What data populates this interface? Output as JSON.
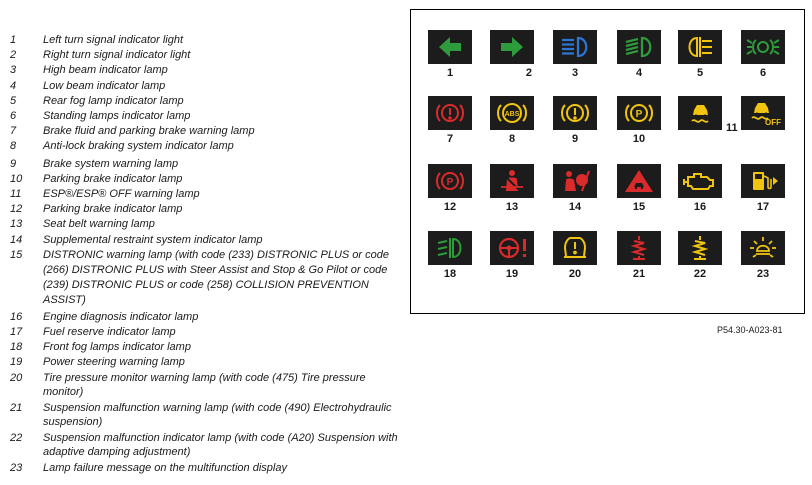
{
  "items": [
    {
      "num": "1",
      "text": "Left turn signal indicator light"
    },
    {
      "num": "2",
      "text": "Right turn signal indicator light"
    },
    {
      "num": "3",
      "text": "High beam indicator lamp"
    },
    {
      "num": "4",
      "text": "Low beam indicator lamp"
    },
    {
      "num": "5",
      "text": "Rear fog lamp indicator lamp"
    },
    {
      "num": "6",
      "text": "Standing lamps indicator lamp"
    },
    {
      "num": "7",
      "text": "Brake fluid and parking brake warning lamp"
    },
    {
      "num": "8",
      "text": "Anti-lock braking system indicator lamp"
    },
    {
      "num": "9",
      "text": "Brake system warning lamp"
    },
    {
      "num": "10",
      "text": "Parking brake indicator lamp"
    },
    {
      "num": "11",
      "text": "ESP®/ESP® OFF warning lamp"
    },
    {
      "num": "12",
      "text": "Parking brake indicator lamp"
    },
    {
      "num": "13",
      "text": "Seat belt warning lamp"
    },
    {
      "num": "14",
      "text": "Supplemental restraint system indicator lamp"
    },
    {
      "num": "15",
      "text": "DISTRONIC warning lamp (with code (233) DISTRONIC PLUS or code (266) DISTRONIC PLUS with Steer Assist and Stop & Go Pilot or code (239) DISTRONIC PLUS or code (258) COLLISION PREVENTION ASSIST)"
    },
    {
      "num": "16",
      "text": "Engine diagnosis indicator lamp"
    },
    {
      "num": "17",
      "text": "Fuel reserve indicator lamp"
    },
    {
      "num": "18",
      "text": "Front fog lamps indicator lamp"
    },
    {
      "num": "19",
      "text": "Power steering warning lamp"
    },
    {
      "num": "20",
      "text": "Tire pressure monitor warning lamp (with code (475) Tire pressure monitor)"
    },
    {
      "num": "21",
      "text": "Suspension malfunction warning lamp (with code (490) Electrohydraulic suspension)"
    },
    {
      "num": "22",
      "text": "Suspension malfunction indicator lamp (with code (A20) Suspension with adaptive damping adjustment)"
    },
    {
      "num": "23",
      "text": "Lamp failure message on the multifunction display"
    }
  ],
  "panel": {
    "labels": {
      "1": "1",
      "2": "2",
      "3": "3",
      "4": "4",
      "5": "5",
      "6": "6",
      "7": "7",
      "8": "8",
      "9": "9",
      "10": "10",
      "11": "11",
      "12": "12",
      "13": "13",
      "14": "14",
      "15": "15",
      "16": "16",
      "17": "17",
      "18": "18",
      "19": "19",
      "20": "20",
      "21": "21",
      "22": "22",
      "23": "23"
    },
    "icons": {
      "1": {
        "name": "left-arrow-icon",
        "color": "#2e9b3c"
      },
      "2": {
        "name": "right-arrow-icon",
        "color": "#2e9b3c"
      },
      "3": {
        "name": "high-beam-icon",
        "color": "#2b76d6"
      },
      "4": {
        "name": "low-beam-icon",
        "color": "#2e9b3c"
      },
      "5": {
        "name": "rear-fog-icon",
        "color": "#f1c40f"
      },
      "6": {
        "name": "standing-lamps-icon",
        "color": "#2e9b3c"
      },
      "7": {
        "name": "brake-fluid-icon",
        "color": "#d92b2b"
      },
      "8": {
        "name": "abs-icon",
        "color": "#f1c40f",
        "text": "ABS"
      },
      "9": {
        "name": "brake-warning-icon",
        "color": "#f1c40f"
      },
      "10": {
        "name": "parking-brake-icon",
        "color": "#f1c40f",
        "text": "P"
      },
      "11a": {
        "name": "esp-icon",
        "color": "#f1c40f"
      },
      "11b": {
        "name": "esp-off-icon",
        "color": "#f1c40f",
        "text": "OFF"
      },
      "12": {
        "name": "parking-brake-icon",
        "color": "#d92b2b",
        "text": "P"
      },
      "13": {
        "name": "seat-belt-icon",
        "color": "#d92b2b"
      },
      "14": {
        "name": "airbag-icon",
        "color": "#d92b2b"
      },
      "15": {
        "name": "distronic-warning-icon",
        "color": "#d92b2b"
      },
      "16": {
        "name": "engine-icon",
        "color": "#f1c40f"
      },
      "17": {
        "name": "fuel-icon",
        "color": "#f1c40f"
      },
      "18": {
        "name": "front-fog-icon",
        "color": "#2e9b3c"
      },
      "19": {
        "name": "power-steering-icon",
        "color": "#d92b2b"
      },
      "20": {
        "name": "tire-pressure-icon",
        "color": "#f1c40f"
      },
      "21": {
        "name": "suspension-warning-icon",
        "color": "#d92b2b"
      },
      "22": {
        "name": "suspension-indicator-icon",
        "color": "#f1c40f"
      },
      "23": {
        "name": "lamp-failure-icon",
        "color": "#f1c40f"
      }
    }
  },
  "caption": "P54.30-A023-81"
}
